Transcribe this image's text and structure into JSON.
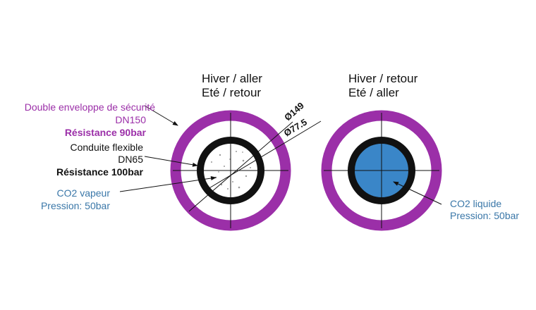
{
  "colors": {
    "envelope": "#9B2FA8",
    "envelope_text": "#9B2FA8",
    "conduit": "#111111",
    "vapor_text": "#3A77A8",
    "liquid_fill": "#3A86C8",
    "liquid_text": "#3A77A8"
  },
  "left_pipe": {
    "title_line1": "Hiver / aller",
    "title_line2": "Eté / retour",
    "dim_outer": "Ø149",
    "dim_inner": "Ø77.5"
  },
  "right_pipe": {
    "title_line1": "Hiver / retour",
    "title_line2": "Eté / aller"
  },
  "labels": {
    "envelope_line1": "Double enveloppe de sécurité",
    "envelope_line2": "DN150",
    "envelope_line3": "Résistance 90bar",
    "conduit_line1": "Conduite flexible",
    "conduit_line2": "DN65",
    "conduit_line3": "Résistance 100bar",
    "vapor_line1": "CO2 vapeur",
    "vapor_line2": "Pression: 50bar",
    "liquid_line1": "CO2 liquide",
    "liquid_line2": "Pression: 50bar"
  }
}
